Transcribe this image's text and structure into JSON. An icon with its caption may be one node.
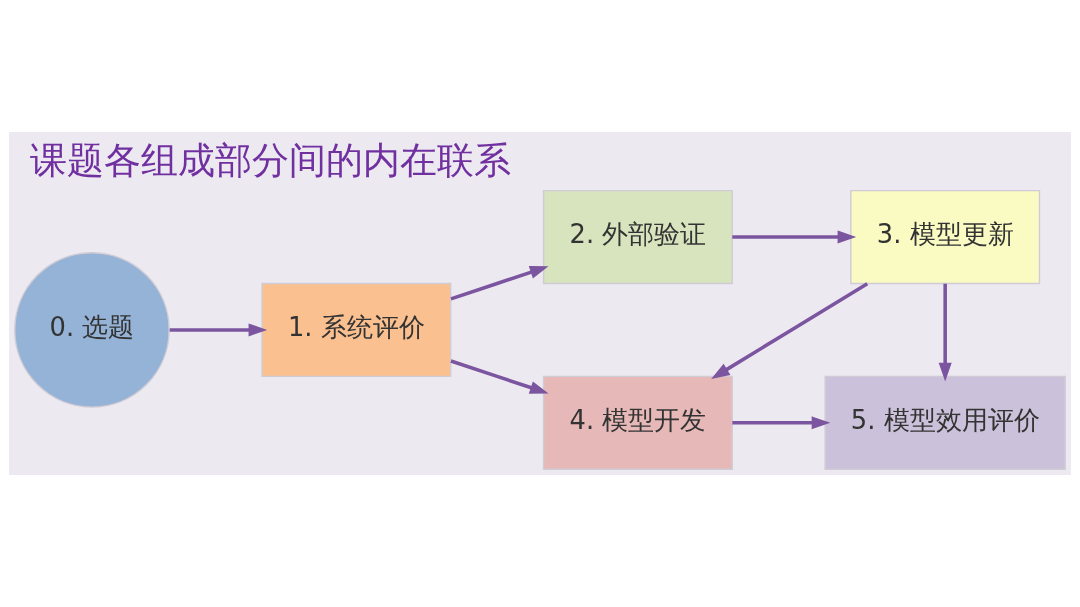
{
  "diagram": {
    "title": "课题各组成部分间的内在联系",
    "nodes": [
      {
        "text": [
          "0. 选题"
        ]
      },
      {
        "text": [
          "1. 系统评价"
        ]
      },
      {
        "text": [
          "2. 外部验证"
        ]
      },
      {
        "text": [
          "3. 模型更新"
        ]
      },
      {
        "text": [
          "4. 模型开发"
        ]
      },
      {
        "text": [
          "5. 模型效用评价"
        ]
      }
    ],
    "edges": [
      {
        "from": 0,
        "to": 1,
        "arrow": "to"
      },
      {
        "from": 1,
        "to": 2,
        "arrow": "to"
      },
      {
        "from": 1,
        "to": 4,
        "arrow": "to"
      },
      {
        "from": 2,
        "to": 3,
        "arrow": "to"
      },
      {
        "from": 3,
        "to": 4,
        "arrow": "to"
      },
      {
        "from": 4,
        "to": 5,
        "arrow": "to"
      },
      {
        "from": 3,
        "to": 5,
        "arrow": "to"
      }
    ]
  }
}
